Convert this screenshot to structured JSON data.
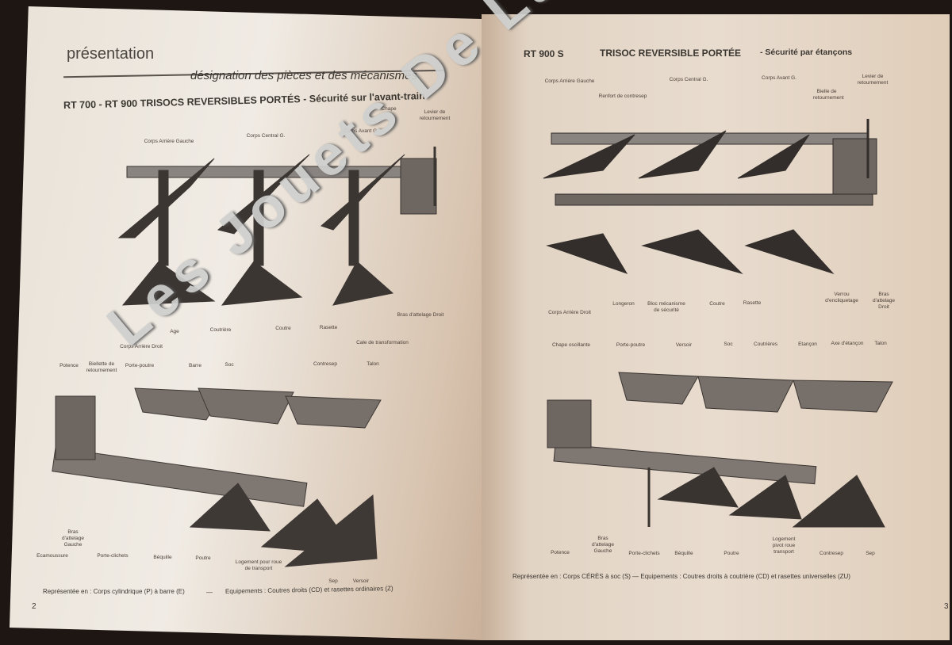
{
  "left_page": {
    "section": "présentation",
    "subtitle": "désignation des pièces et des mécanismes",
    "title": "RT 700 - RT 900 TRISOCS REVERSIBLES PORTÉS - Sécurité sur l'avant-train",
    "top_labels": [
      "Corps Arrière Gauche",
      "Corps Central G.",
      "Corps Avant G.",
      "Chape",
      "Levier de retournement",
      "Corps Arrière Droit",
      "Age",
      "Coutrière",
      "Coutre",
      "Rasette",
      "Bras d'attelage Droit",
      "Cale de transformation",
      "Talon"
    ],
    "bottom_labels": [
      "Potence",
      "Biellette de retournement",
      "Porte-poutre",
      "Barre",
      "Soc",
      "Contresep",
      "Bras d'attelage Gauche",
      "Ecamoussure",
      "Porte-clichets",
      "Béquille",
      "Poutre",
      "Logement pour roue de transport",
      "Sep",
      "Versoir"
    ],
    "caption_left": "Représentée en : Corps cylindrique (P) à barre (E)",
    "caption_dash": "—",
    "caption_right": "Equipements : Coutres droits (CD) et rasettes ordinaires (Z)",
    "page_number": "2"
  },
  "right_page": {
    "title_model": "RT 900 S",
    "title_main": "TRISOC REVERSIBLE PORTÉE",
    "title_sub": "- Sécurité par étançons",
    "top_labels": [
      "Corps Arrière Gauche",
      "Renfort de contresep",
      "Corps Central G.",
      "Corps Avant G.",
      "Bielle de retournement",
      "Levier de retournement",
      "Corps Arrière Droit",
      "Longeron",
      "Bloc mécanisme de sécurité",
      "Coutre",
      "Rasette",
      "Verrou d'encliquetage",
      "Bras d'attelage Droit"
    ],
    "bottom_labels": [
      "Chape oscillante",
      "Porte-poutre",
      "Versoir",
      "Soc",
      "Coutrières",
      "Etançon",
      "Axe d'étançon",
      "Talon",
      "Potence",
      "Bras d'attelage Gauche",
      "Porte-clichets",
      "Béquille",
      "Poutre",
      "Logement pivot roue transport",
      "Contresep",
      "Sep"
    ],
    "caption": "Représentée en : Corps CÉRÈS à soc (S) — Equipements : Coutres droits à coutrière (CD) et rasettes universelles (ZU)",
    "page_number": "3"
  },
  "watermark": "Les Jouets De La Ferme"
}
